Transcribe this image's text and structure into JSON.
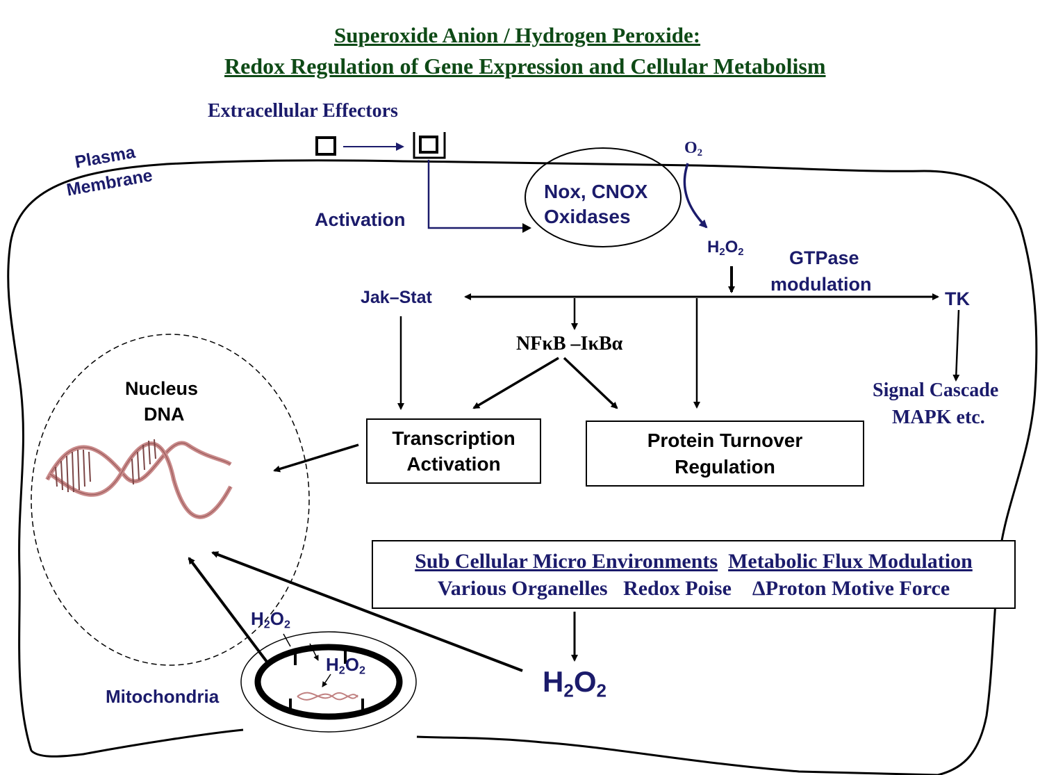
{
  "title": {
    "line1": "Superoxide Anion / Hydrogen Peroxide:",
    "line2": "Redox Regulation of Gene Expression and Cellular Metabolism"
  },
  "labels": {
    "extracellular_effectors": "Extracellular Effectors",
    "plasma": "Plasma",
    "membrane": "Membrane",
    "activation": "Activation",
    "nox_line1": "Nox, CNOX",
    "nox_line2": "Oxidases",
    "o2_base": "O",
    "o2_sub": "2",
    "h2o2_h": "H",
    "h2o2_sub1": "2",
    "h2o2_o": "O",
    "h2o2_sub2": "2",
    "gtpase_line1": "GTPase",
    "gtpase_line2": "modulation",
    "jak_stat": "Jak–Stat",
    "tk": "TK",
    "nfkb": "NFκB –IκBα",
    "signal_cascade_line1": "Signal Cascade",
    "signal_cascade_line2": "MAPK etc.",
    "nucleus_line1": "Nucleus",
    "nucleus_line2": "DNA",
    "transcription_line1": "Transcription",
    "transcription_line2": "Activation",
    "protein_line1": "Protein Turnover",
    "protein_line2": "Regulation",
    "sub_cellular": "Sub Cellular Micro Environments",
    "metabolic_flux": "Metabolic Flux Modulation",
    "various_organelles": "Various Organelles",
    "redox_poise": "Redox Poise",
    "proton_motive": "ΔProton Motive Force",
    "mitochondria": "Mitochondria"
  },
  "colors": {
    "navy": "#1b1b6b",
    "title_green": "#0e4a16",
    "dna_pink": "#c98a8a"
  }
}
